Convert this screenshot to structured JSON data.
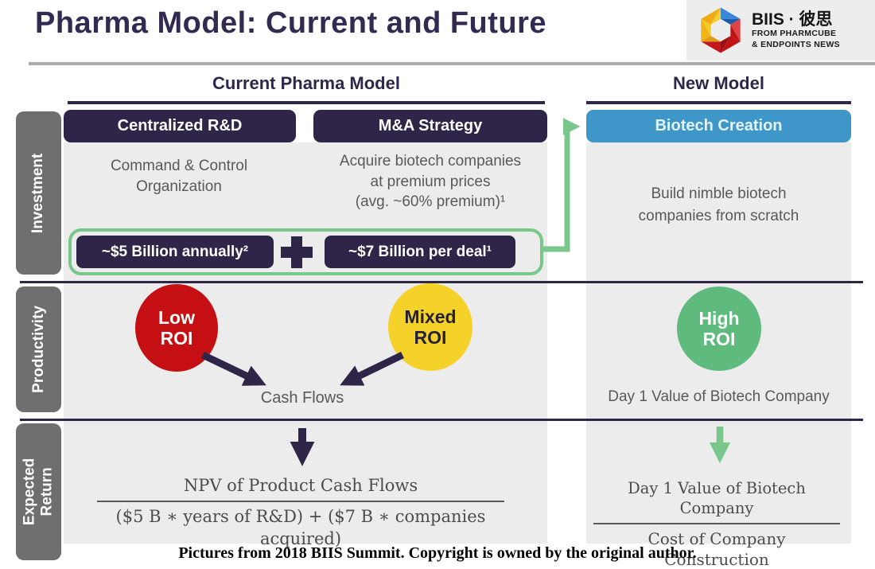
{
  "header": {
    "title": "Pharma Model: Current and Future",
    "logo": {
      "brand": "BIIS · 彼思",
      "tagline1": "FROM PHARMCUBE",
      "tagline2": "& ENDPOINTS NEWS"
    }
  },
  "columns": {
    "current_label": "Current Pharma Model",
    "new_label": "New Model"
  },
  "sidebar": {
    "investment": "Investment",
    "productivity": "Productivity",
    "expected_return": "Expected\nReturn"
  },
  "investment": {
    "centralized_rd_header": "Centralized R&D",
    "centralized_rd_body": "Command & Control\nOrganization",
    "ma_header": "M&A Strategy",
    "ma_body": "Acquire biotech companies\nat premium prices\n(avg. ~60% premium)¹",
    "cost_rd": "~$5 Billion annually²",
    "cost_ma": "~$7 Billion per deal¹",
    "biotech_header": "Biotech Creation",
    "biotech_body": "Build nimble biotech\ncompanies from scratch"
  },
  "productivity": {
    "low_roi": "Low\nROI",
    "mixed_roi": "Mixed\nROI",
    "high_roi": "High\nROI",
    "cash_flows": "Cash Flows",
    "day1_value": "Day 1 Value of Biotech Company"
  },
  "expected_return": {
    "npv_numerator": "NPV of Product Cash Flows",
    "npv_denominator": "($5 B ∗ years of R&D) + ($7 B ∗ companies acquired)",
    "new_numerator": "Day 1 Value of Biotech Company",
    "new_denominator": "Cost of Company Construction"
  },
  "footer": {
    "copyright": "Pictures from 2018 BIIS Summit. Copyright is owned by the original author."
  },
  "colors": {
    "title_purple": "#332a52",
    "dark_purple": "#2e2548",
    "divider_purple": "#2e2747",
    "biotech_blue": "#3e97c8",
    "accent_green": "#79c78b",
    "high_roi_green": "#5eba7d",
    "low_roi_red": "#c50f13",
    "mixed_roi_yellow": "#f5d22a",
    "sidebar_gray": "#6f6f6f",
    "panel_gray": "#ececec",
    "text_gray": "#595959"
  }
}
